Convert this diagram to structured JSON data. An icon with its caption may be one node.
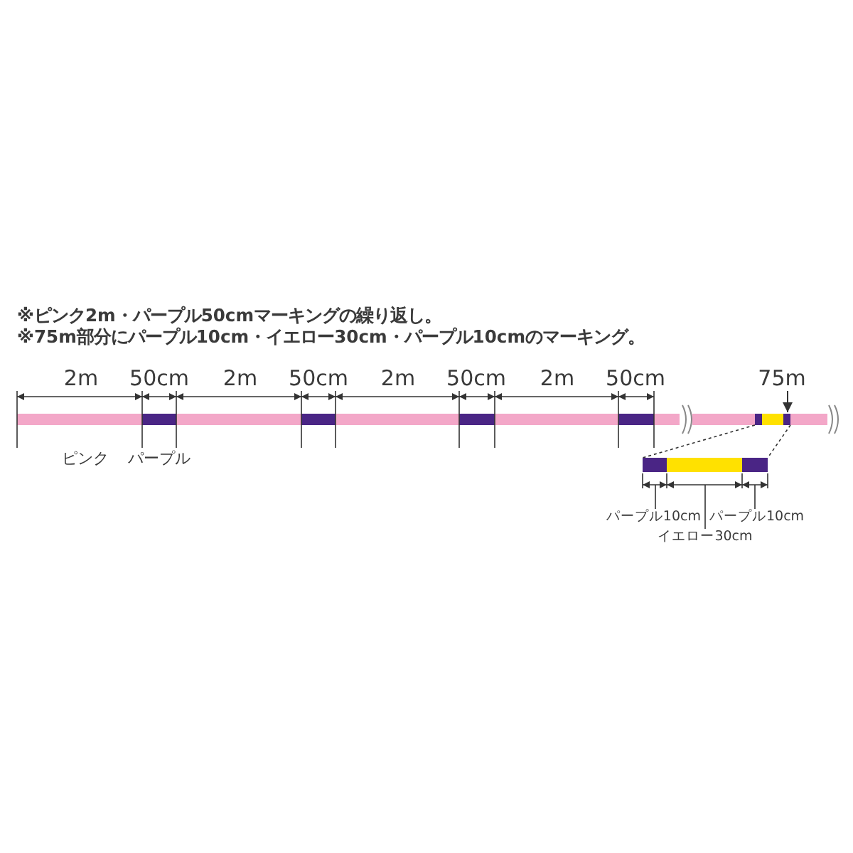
{
  "diagram": {
    "nodes": [
      {
        "text": [],
        "shape": "line"
      },
      {
        "text": [],
        "shape": "line"
      },
      {
        "text": [],
        "shape": "line"
      },
      {
        "text": [
          "パープル10cm"
        ]
      },
      {
        "text": [
          "パープル10cm"
        ]
      },
      {
        "text": [
          "イエロー30cm"
        ]
      }
    ],
    "edges": [
      {
        "from": 3,
        "to": 0,
        "arrow": "none"
      },
      {
        "from": 4,
        "to": 2,
        "arrow": "none"
      },
      {
        "from": 5,
        "to": 1,
        "arrow": "none"
      }
    ],
    "labels": [
      "※ピンク2m・パープル50cmマーキングの繰り返し。",
      "※75m部分にパープル10cm・イエロー30cm・パープル10cmのマーキング。",
      "2m",
      "50cm",
      "2m",
      "50cm",
      "2m",
      "50cm",
      "2m",
      "50cm",
      "75m",
      "ピンク",
      "パープル"
    ]
  }
}
